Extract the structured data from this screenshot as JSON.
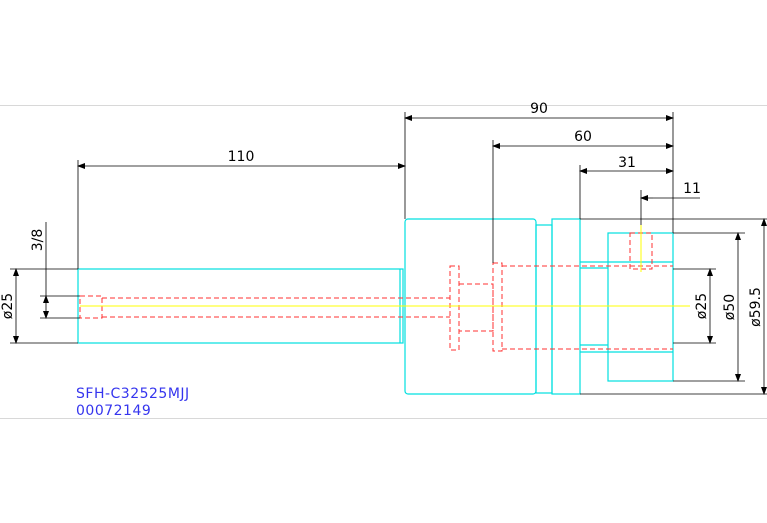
{
  "drawing": {
    "part_number": "SFH-C32525MJJ",
    "serial_number": "00072149",
    "colors": {
      "outline": "#00e0e0",
      "hidden": "#ff3030",
      "centerline": "#ffff00",
      "dimension": "#000000",
      "part_text": "#3535ee"
    },
    "dimensions": {
      "overall_head": "90",
      "bore_depth": "60",
      "pocket_depth": "31",
      "slot": "11",
      "shank_length": "110",
      "thread": "3/8",
      "shank_dia": "ø25",
      "bore_dia": "ø25",
      "pocket_dia": "ø50",
      "flange_dia": "ø59.5"
    }
  }
}
